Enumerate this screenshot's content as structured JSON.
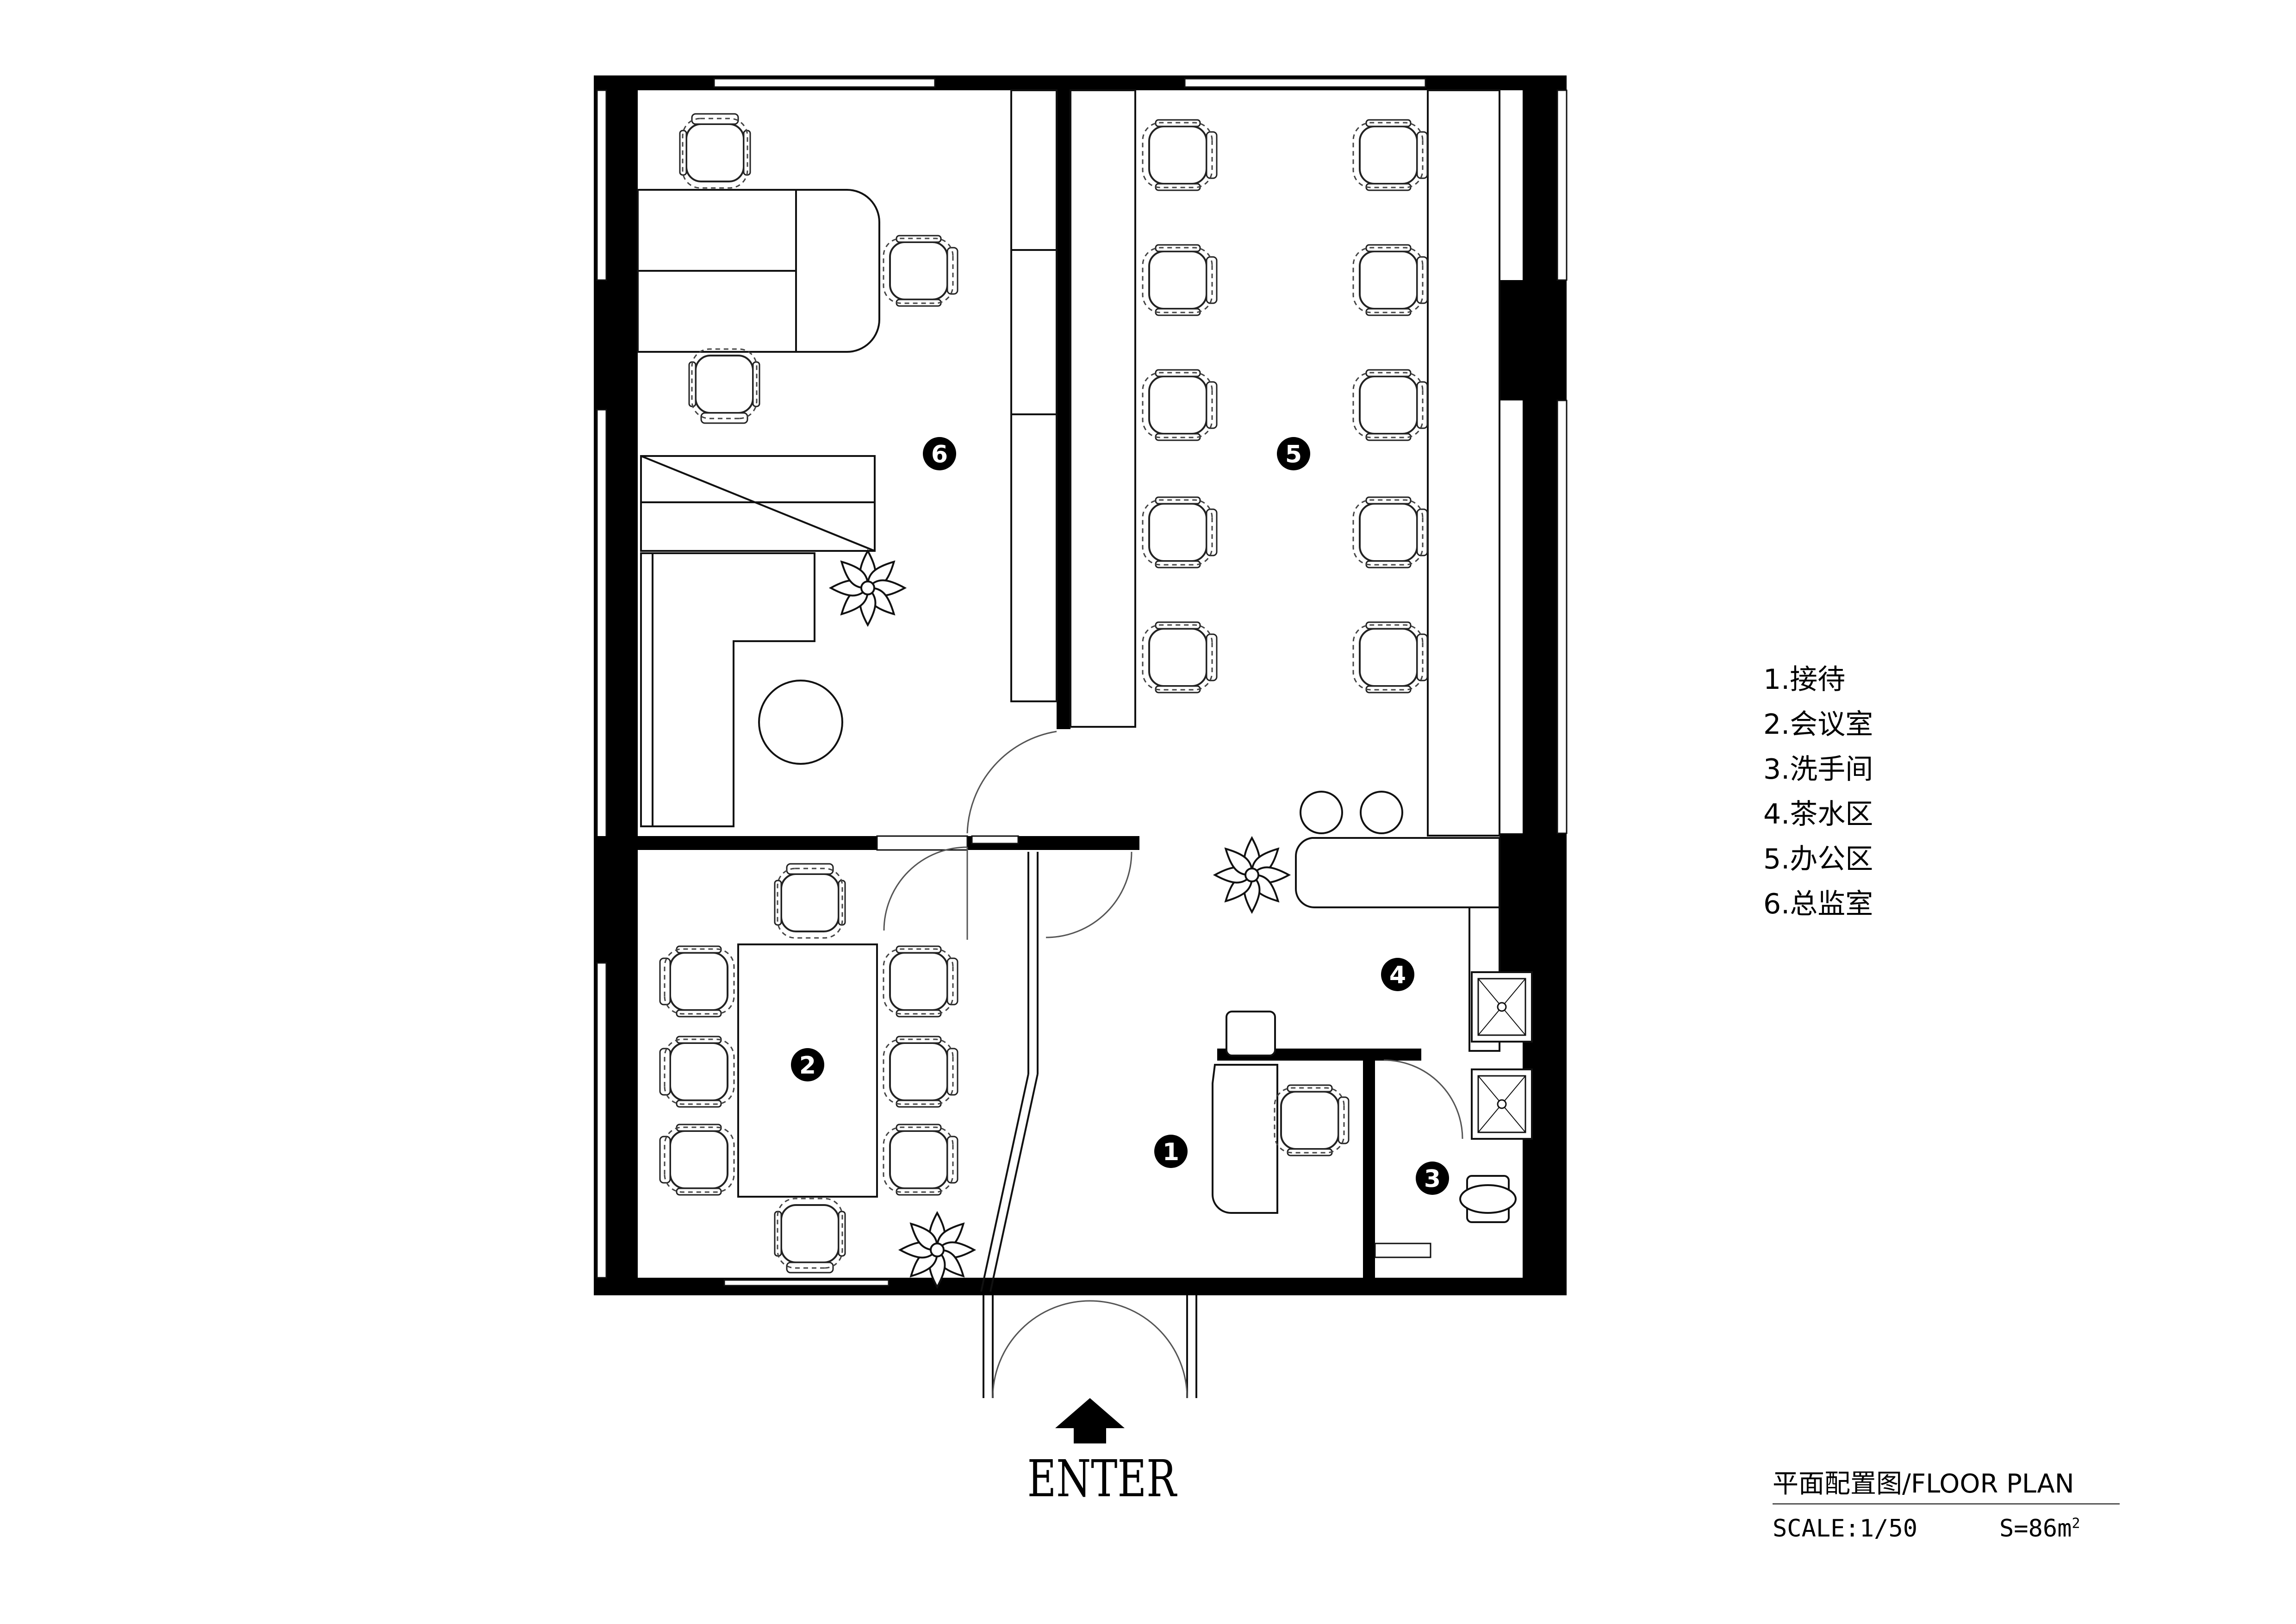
{
  "room_markers": [
    {
      "number": "1"
    },
    {
      "number": "2"
    },
    {
      "number": "3"
    },
    {
      "number": "4"
    },
    {
      "number": "5"
    },
    {
      "number": "6"
    }
  ],
  "legend": {
    "items": [
      {
        "label": "1.接待"
      },
      {
        "label": "2.会议室"
      },
      {
        "label": "3.洗手间"
      },
      {
        "label": "4.茶水区"
      },
      {
        "label": "5.办公区"
      },
      {
        "label": "6.总监室"
      }
    ]
  },
  "entrance": {
    "label": "ENTER"
  },
  "title_block": {
    "title": "平面配置图/FLOOR PLAN",
    "scale": "SCALE:1/50",
    "area_prefix": "S=86m",
    "area_sup": "2"
  },
  "colors": {
    "wall": "#000000",
    "line": "#222222",
    "furniture_dash": "#444444",
    "background": "#ffffff"
  }
}
